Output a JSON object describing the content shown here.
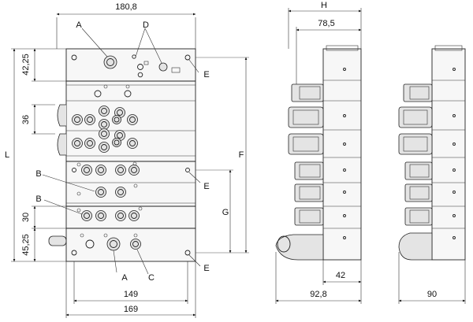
{
  "front_view": {
    "top_width": "180,8",
    "left_total": "L",
    "left_dims": [
      "42,25",
      "36",
      "30",
      "45,25"
    ],
    "right_dims": [
      "F",
      "G"
    ],
    "bottom_dims": [
      "149",
      "169"
    ],
    "callouts": [
      "A",
      "D",
      "E",
      "E",
      "B",
      "B",
      "E",
      "A",
      "C"
    ]
  },
  "side_view": {
    "top_dims": [
      "H",
      "78,5"
    ],
    "bottom_dims": [
      "42",
      "92,8"
    ]
  },
  "side_view_2": {
    "bottom_dims": [
      "90"
    ]
  }
}
